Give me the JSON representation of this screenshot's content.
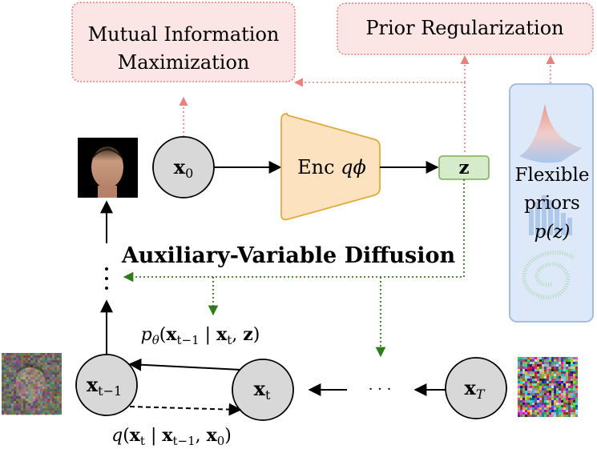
{
  "boxes": {
    "mi_line1": "Mutual Information",
    "mi_line2": "Maximization",
    "prior_reg": "Prior Regularization",
    "encoder": "Enc",
    "encoder_sub": "qϕ",
    "z": "z",
    "flex_line1": "Flexible",
    "flex_line2": "priors",
    "flex_pz": "p(z)"
  },
  "nodes": {
    "x0": "x",
    "x0_sub": "0",
    "xt1": "x",
    "xt1_sub": "t−1",
    "xt": "x",
    "xt_sub": "t",
    "xT": "x",
    "xT_sub": "T"
  },
  "labels": {
    "aux_title": "Auxiliary-Variable Diffusion",
    "ellipsis_h": "· · ·",
    "ptheta": "pθ(xt−1 | xt, z)",
    "q": "q(xt | xt−1, x0)"
  },
  "colors": {
    "red_border": "#e8817f",
    "red_fill": "#fbe6e5",
    "enc_fill": "#fde2bf",
    "enc_border": "#e0ab3c",
    "z_fill": "#d5ebc9",
    "z_border": "#7bb15d",
    "blue_fill": "#dde9f9",
    "blue_border": "#9bb8e0",
    "node_fill": "#d8d8d8",
    "green": "#2e7d1a"
  }
}
